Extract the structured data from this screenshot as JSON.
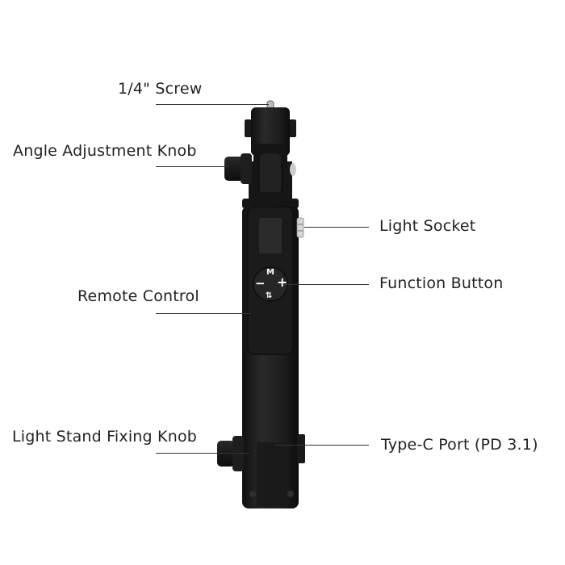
{
  "diagram": {
    "subject": "Handheld light grip with remote control",
    "labels": {
      "screw": "1/4\" Screw",
      "angle_knob": "Angle Adjustment Knob",
      "light_socket": "Light Socket",
      "function_button": "Function Button",
      "remote_control": "Remote Control",
      "stand_knob": "Light Stand Fixing Knob",
      "type_c": "Type-C Port (PD 3.1)"
    },
    "buttons": {
      "top": "M",
      "left": "−",
      "right": "+",
      "bottom": "⇅"
    },
    "colors": {
      "body": "#1c1c1c",
      "body_highlight": "#2e2e2e",
      "line": "#333333",
      "text": "#222222"
    }
  }
}
